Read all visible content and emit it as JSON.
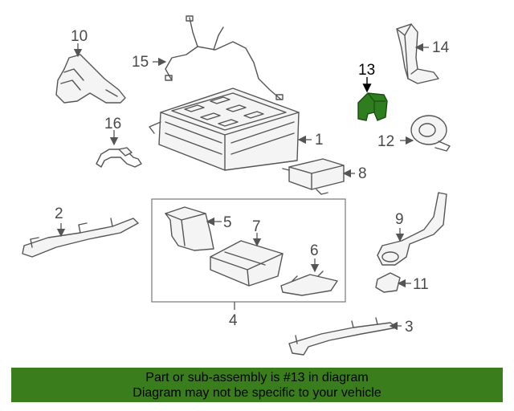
{
  "callouts": {
    "c1": "1",
    "c2": "2",
    "c3": "3",
    "c4": "4",
    "c5": "5",
    "c6": "6",
    "c7": "7",
    "c8": "8",
    "c9": "9",
    "c10": "10",
    "c11": "11",
    "c12": "12",
    "c13": "13",
    "c14": "14",
    "c15": "15",
    "c16": "16"
  },
  "highlight": {
    "part": "13",
    "color": "#2e7d1e"
  },
  "banner": {
    "line1": "Part or sub-assembly is #13 in diagram",
    "line2": "Diagram may not be specific to your vehicle",
    "color": "#3a7d1c"
  }
}
